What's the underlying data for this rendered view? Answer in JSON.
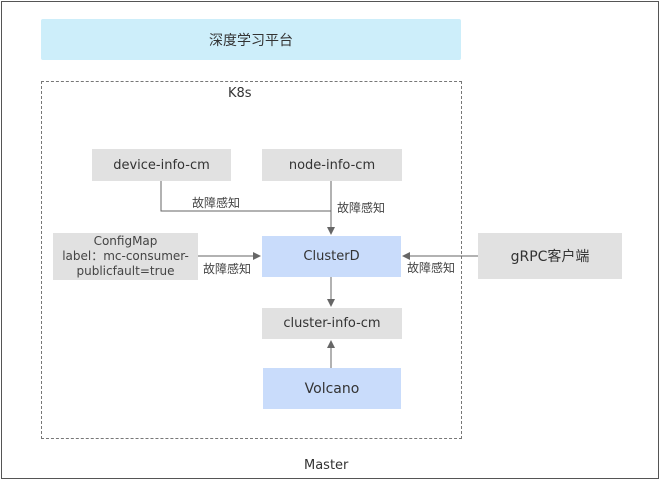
{
  "platform": {
    "label": "深度学习平台"
  },
  "k8s": {
    "label": "K8s"
  },
  "master": {
    "label": "Master"
  },
  "nodes": {
    "device_info_cm": "device-info-cm",
    "node_info_cm": "node-info-cm",
    "configmap_line1": "ConfigMap",
    "configmap_line2": "label：mc-consumer-",
    "configmap_line3": "publicfault=true",
    "clusterd": "ClusterD",
    "grpc_client": "gRPC客户端",
    "cluster_info_cm": "cluster-info-cm",
    "volcano": "Volcano"
  },
  "edges": {
    "device_label": "故障感知",
    "node_label": "故障感知",
    "configmap_label": "故障感知",
    "grpc_label": "故障感知"
  },
  "colors": {
    "platform_fill": "#cdeefa",
    "gray_box": "#e1e1e1",
    "blue_box": "#c9dcfb",
    "arrow": "#666666"
  }
}
